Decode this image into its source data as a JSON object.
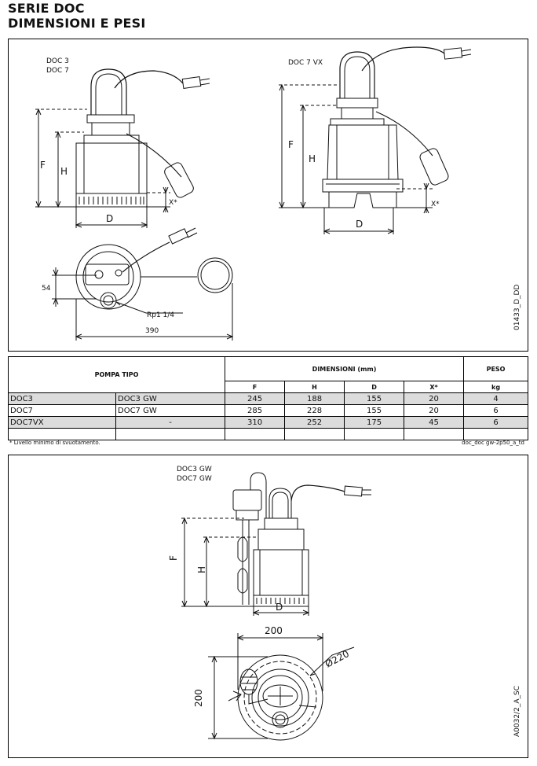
{
  "header": {
    "title_line1": "SERIE DOC",
    "title_line2": "DIMENSIONI E PESI"
  },
  "drawing1": {
    "model_a_line1": "DOC 3",
    "model_a_line2": "DOC 7",
    "model_b": "DOC 7 VX",
    "label_F": "F",
    "label_H": "H",
    "label_D": "D",
    "label_X": "X*",
    "label_F_b": "F",
    "label_H_b": "H",
    "label_D_b": "D",
    "label_X_b": "X*",
    "label_54": "54",
    "label_rp": "Rp1  1/4",
    "label_390": "390",
    "code": "01433_D_DD"
  },
  "table": {
    "header_pump": "POMPA TIPO",
    "header_dims": "DIMENSIONI (mm)",
    "header_weight": "PESO",
    "col_F": "F",
    "col_H": "H",
    "col_D": "D",
    "col_X": "X*",
    "col_kg": "kg",
    "rows": [
      {
        "model": "DOC3",
        "variant": "DOC3 GW",
        "F": "245",
        "H": "188",
        "D": "155",
        "X": "20",
        "kg": "4"
      },
      {
        "model": "DOC7",
        "variant": "DOC7 GW",
        "F": "285",
        "H": "228",
        "D": "155",
        "X": "20",
        "kg": "6"
      },
      {
        "model": "DOC7VX",
        "variant": "-",
        "F": "310",
        "H": "252",
        "D": "175",
        "X": "45",
        "kg": "6"
      }
    ],
    "footnote": "* Livello minimo di svuotamento.",
    "ref": "doc_doc gw-2p50_a_td"
  },
  "drawing2": {
    "model_line1": "DOC3 GW",
    "model_line2": "DOC7 GW",
    "label_F": "F",
    "label_H": "H",
    "label_D": "D",
    "label_200_top": "200",
    "label_200_side": "200",
    "label_diam": "Ø220",
    "code": "A0032/2_A_SC"
  }
}
